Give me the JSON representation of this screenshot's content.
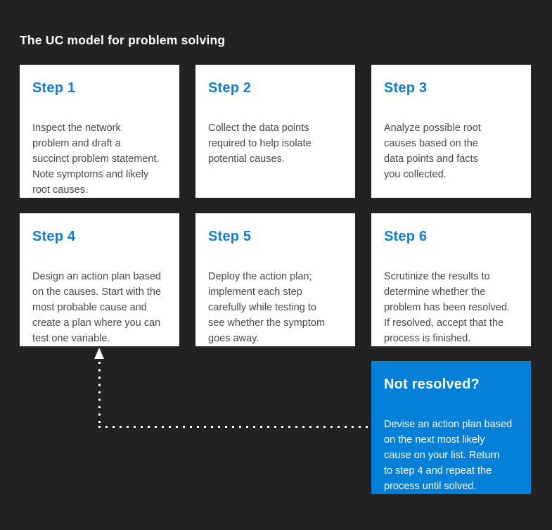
{
  "page": {
    "title": "The UC model for problem solving"
  },
  "colors": {
    "background": "#222222",
    "card_background": "#ffffff",
    "accent_blue": "#0d7edd",
    "highlight_background": "#0580d8",
    "body_text": "#47474a",
    "title_text": "#ffffff",
    "arrow": "#ffffff"
  },
  "cards": [
    {
      "title": "Step 1",
      "body": "Inspect the network\nproblem and draft a\nsuccinct problem statement.\nNote symptoms and likely\nroot causes."
    },
    {
      "title": "Step 2",
      "body": "Collect the data points\nrequired to help isolate\npotential causes."
    },
    {
      "title": "Step 3",
      "body": "Analyze possible root\ncauses based on the\ndata points and facts\nyou collected."
    },
    {
      "title": "Step 4",
      "body": "Design an action plan based\non the causes. Start with the\nmost probable cause and\ncreate a plan where you can\ntest one variable."
    },
    {
      "title": "Step 5",
      "body": "Deploy the action plan;\nimplement each step\ncarefully while testing to\nsee whether the symptom\ngoes away."
    },
    {
      "title": "Step 6",
      "body": "Scrutinize the results to\ndetermine whether the\nproblem has been resolved.\nIf resolved, accept that the\nprocess is finished."
    },
    {
      "title": "Not resolved?",
      "body": "Devise an action plan based\non the next most likely\ncause on your list. Return\nto step 4 and repeat the\nprocess until solved."
    }
  ]
}
